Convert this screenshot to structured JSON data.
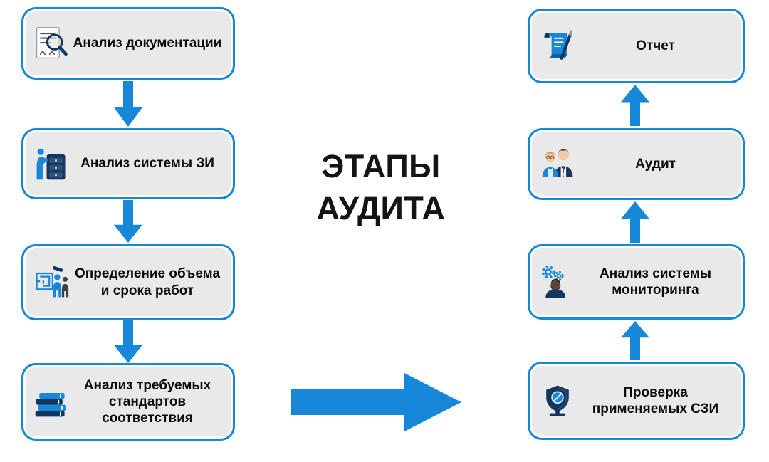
{
  "title": "ЭТАПЫ АУДИТА",
  "left_steps": [
    {
      "label": "Анализ документации",
      "icon": "document-search-icon"
    },
    {
      "label": "Анализ системы ЗИ",
      "icon": "server-rack-person-icon"
    },
    {
      "label": "Определение объема и срока работ",
      "icon": "maze-people-icon"
    },
    {
      "label": "Анализ требуемых стандартов соответствия",
      "icon": "books-stack-icon"
    }
  ],
  "right_steps": [
    {
      "label": "Отчет",
      "icon": "report-scroll-icon"
    },
    {
      "label": "Аудит",
      "icon": "auditors-icon"
    },
    {
      "label": "Анализ системы мониторинга",
      "icon": "gears-person-icon"
    },
    {
      "label": "Проверка применяемых СЗИ",
      "icon": "shield-check-icon"
    }
  ],
  "flow": {
    "left_direction": "top-to-bottom",
    "right_direction": "bottom-to-top",
    "connector": "big-right-arrow"
  },
  "colors": {
    "accent": "#1787d9",
    "navy": "#12365f",
    "box-fill": "#e9e9e9",
    "box-border": "#1787d9",
    "title-color": "#141414"
  }
}
